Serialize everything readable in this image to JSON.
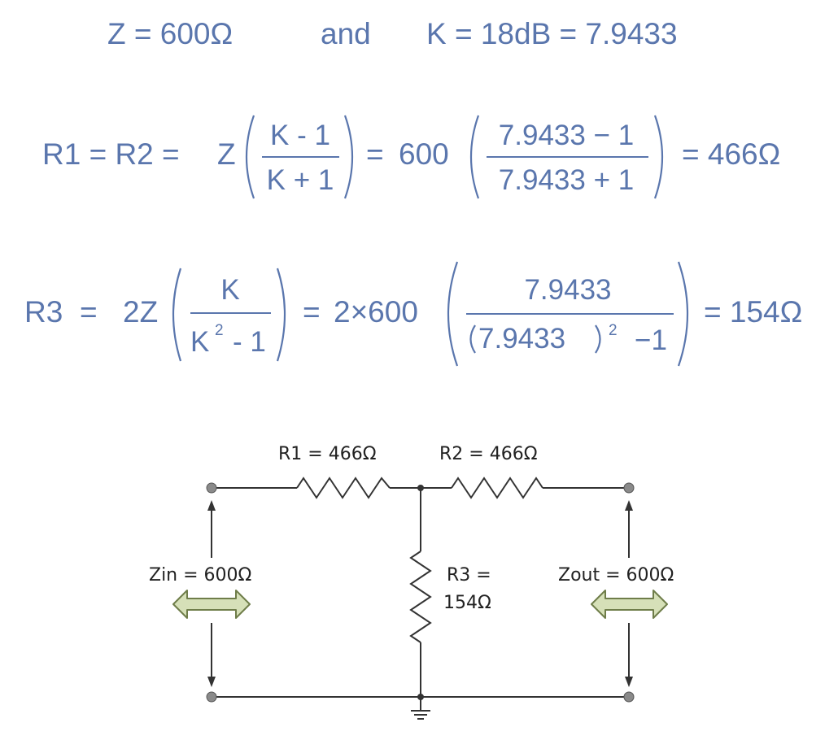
{
  "colors": {
    "equation_text": "#5a76ad",
    "wire": "#333333",
    "node": "#8a8a8a",
    "impedance_arrow_fill": "#d6e0b8",
    "impedance_arrow_stroke": "#6f7d4a"
  },
  "header": {
    "z_part": "Z = 600Ω",
    "and": "and",
    "k_part": "K = 18dB = 7.9433"
  },
  "eq1": {
    "lhs": "R1 = R2 =",
    "z": "Z",
    "num": "K - 1",
    "den": "K + 1",
    "eq": "=",
    "coef": "600",
    "num_val": "7.9433 − 1",
    "den_val": "7.9433 + 1",
    "result": "= 466Ω"
  },
  "eq2": {
    "lhs": "R3",
    "eq_sign": "=",
    "coef_sym": "2Z",
    "num": "K",
    "den_k": "K",
    "den_exp": "2",
    "den_rest": "- 1",
    "eq": "=",
    "coef_val": "2×600",
    "num_val": "7.9433",
    "den_val": "7.9433",
    "den_val_exp": "2",
    "den_val_rest": "−1",
    "result": "= 154Ω"
  },
  "diagram": {
    "r1_label": "R1 = 466Ω",
    "r2_label": "R2 = 466Ω",
    "r3_label_line1": "R3 =",
    "r3_label_line2": "154Ω",
    "zin_label": "Zin = 600Ω",
    "zout_label": "Zout = 600Ω",
    "icons": [
      "resistor-icon",
      "ground-icon",
      "double-arrow-icon",
      "arrow-up-icon",
      "arrow-down-icon"
    ]
  }
}
